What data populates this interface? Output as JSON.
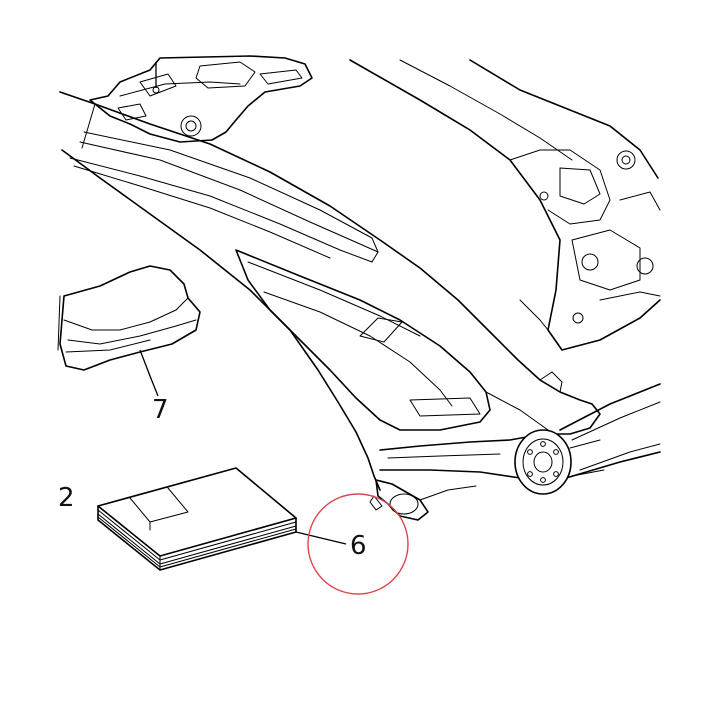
{
  "callouts": [
    {
      "id": "2",
      "label": "2"
    },
    {
      "id": "6",
      "label": "6"
    },
    {
      "id": "7",
      "label": "7"
    }
  ],
  "highlight": {
    "color": "#d9474d",
    "target_callout": "6"
  },
  "colors": {
    "line": "#000000",
    "background": "#ffffff"
  }
}
